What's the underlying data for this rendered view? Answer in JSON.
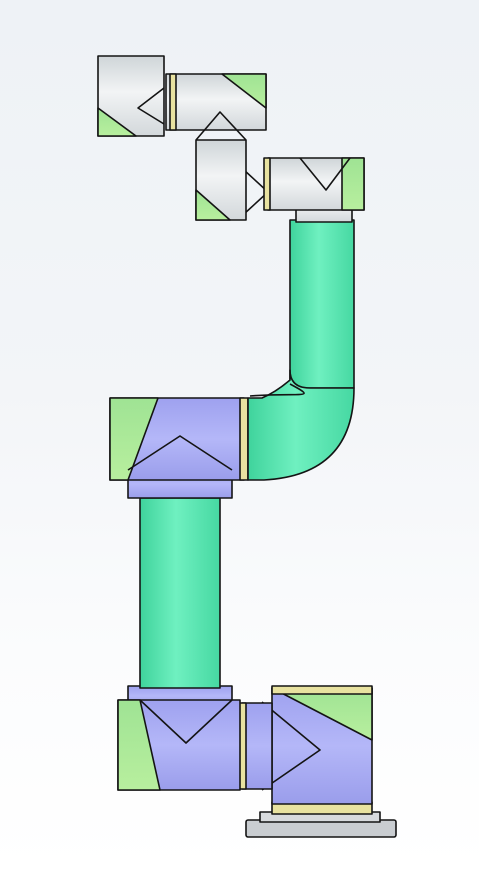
{
  "scene": {
    "subject": "robot-arm-cad-render",
    "palette": {
      "background_top": "#eef2f6",
      "background_bottom": "#ffffff",
      "link_green": "#59e3b0",
      "joint_blue": "#a9acf5",
      "wrist_gray": "#dfe4e6",
      "cap_green": "#a7e89b",
      "ring_yellow": "#e8e2a0",
      "outline": "#141414",
      "base_plate": "#c9cdd1"
    },
    "parts": [
      "base-flange",
      "base-joint",
      "shoulder-joint",
      "lower-arm-link",
      "elbow-joint",
      "upper-arm-link",
      "wrist-1-joint",
      "wrist-2-joint",
      "wrist-3-joint"
    ]
  }
}
